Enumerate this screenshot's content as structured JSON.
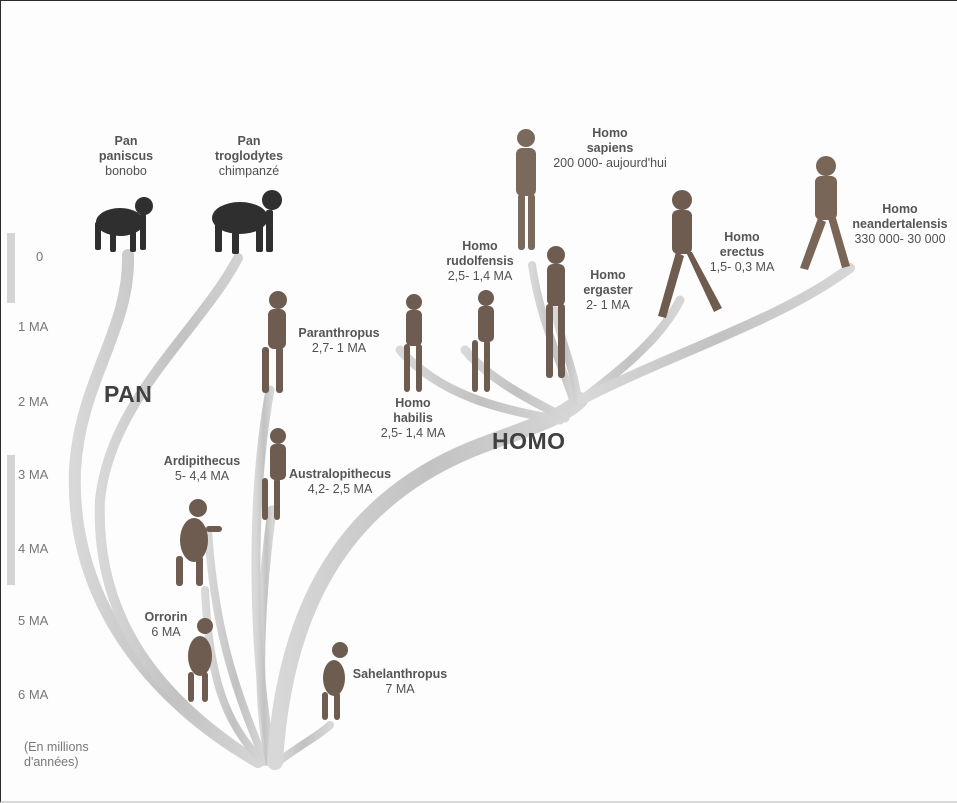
{
  "timeline": {
    "ticks": [
      "0",
      "1 MA",
      "2 MA",
      "3 MA",
      "4 MA",
      "5 MA",
      "6 MA"
    ],
    "unit_line1": "(En millions",
    "unit_line2": "d'années)"
  },
  "groups": {
    "pan": "PAN",
    "homo": "HOMO"
  },
  "species": [
    {
      "key": "pan_paniscus",
      "name1": "Pan",
      "name2": "paniscus",
      "common": "bonobo",
      "dates": ""
    },
    {
      "key": "pan_troglodytes",
      "name1": "Pan",
      "name2": "troglodytes",
      "common": "chimpanzé",
      "dates": ""
    },
    {
      "key": "homo_sapiens",
      "name1": "Homo",
      "name2": "sapiens",
      "common": "",
      "dates": "200 000- aujourd'hui"
    },
    {
      "key": "homo_neandertalensis",
      "name1": "Homo",
      "name2": "neandertalensis",
      "common": "",
      "dates": "330 000- 30 000"
    },
    {
      "key": "homo_rudolfensis",
      "name1": "Homo",
      "name2": "rudolfensis",
      "common": "",
      "dates": "2,5- 1,4 MA"
    },
    {
      "key": "homo_erectus",
      "name1": "Homo",
      "name2": "erectus",
      "common": "",
      "dates": "1,5- 0,3 MA"
    },
    {
      "key": "homo_ergaster",
      "name1": "Homo",
      "name2": "ergaster",
      "common": "",
      "dates": "2- 1 MA"
    },
    {
      "key": "paranthropus",
      "name1": "Paranthropus",
      "name2": "",
      "common": "",
      "dates": "2,7- 1 MA"
    },
    {
      "key": "homo_habilis",
      "name1": "Homo",
      "name2": "habilis",
      "common": "",
      "dates": "2,5- 1,4 MA"
    },
    {
      "key": "ardipithecus",
      "name1": "Ardipithecus",
      "name2": "",
      "common": "",
      "dates": "5- 4,4 MA"
    },
    {
      "key": "australopithecus",
      "name1": "Australopithecus",
      "name2": "",
      "common": "",
      "dates": "4,2- 2,5 MA"
    },
    {
      "key": "orrorin",
      "name1": "Orrorin",
      "name2": "",
      "common": "",
      "dates": "6 MA"
    },
    {
      "key": "sahelanthropus",
      "name1": "Sahelanthropus",
      "name2": "",
      "common": "",
      "dates": "7 MA"
    }
  ],
  "colors": {
    "branch": "#c9c9c9",
    "branch_edge": "#b3b3b3",
    "figure": "#6b5a4e",
    "chimp": "#2f2f2f",
    "tick_text": "#777777",
    "label_text": "#555555"
  }
}
